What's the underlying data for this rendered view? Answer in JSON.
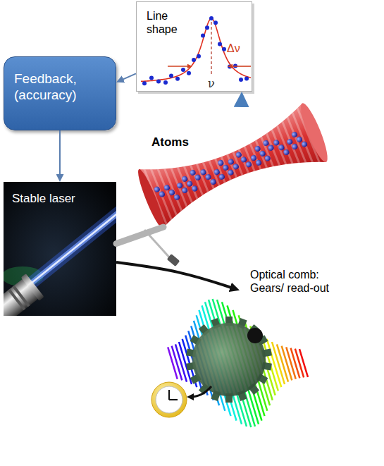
{
  "diagram": {
    "nodes": [
      {
        "text": [
          "Line shape",
          "ν",
          "Δν"
        ]
      },
      {
        "text": [
          "Feedback, (accuracy)"
        ]
      },
      {
        "text": [
          "Atoms"
        ]
      },
      {
        "text": [
          "Stable laser"
        ]
      },
      {
        "text": [
          "Optical comb: Gears/ read-out"
        ]
      }
    ],
    "edges": [
      {
        "from": 0,
        "to": 1,
        "arrow": "to"
      },
      {
        "from": 1,
        "to": 3,
        "arrow": "to"
      },
      {
        "from": 2,
        "to": 0,
        "arrow": "to"
      },
      {
        "from": 3,
        "to": 2,
        "arrow": "none"
      },
      {
        "from": 3,
        "to": 4,
        "arrow": "to"
      }
    ]
  }
}
